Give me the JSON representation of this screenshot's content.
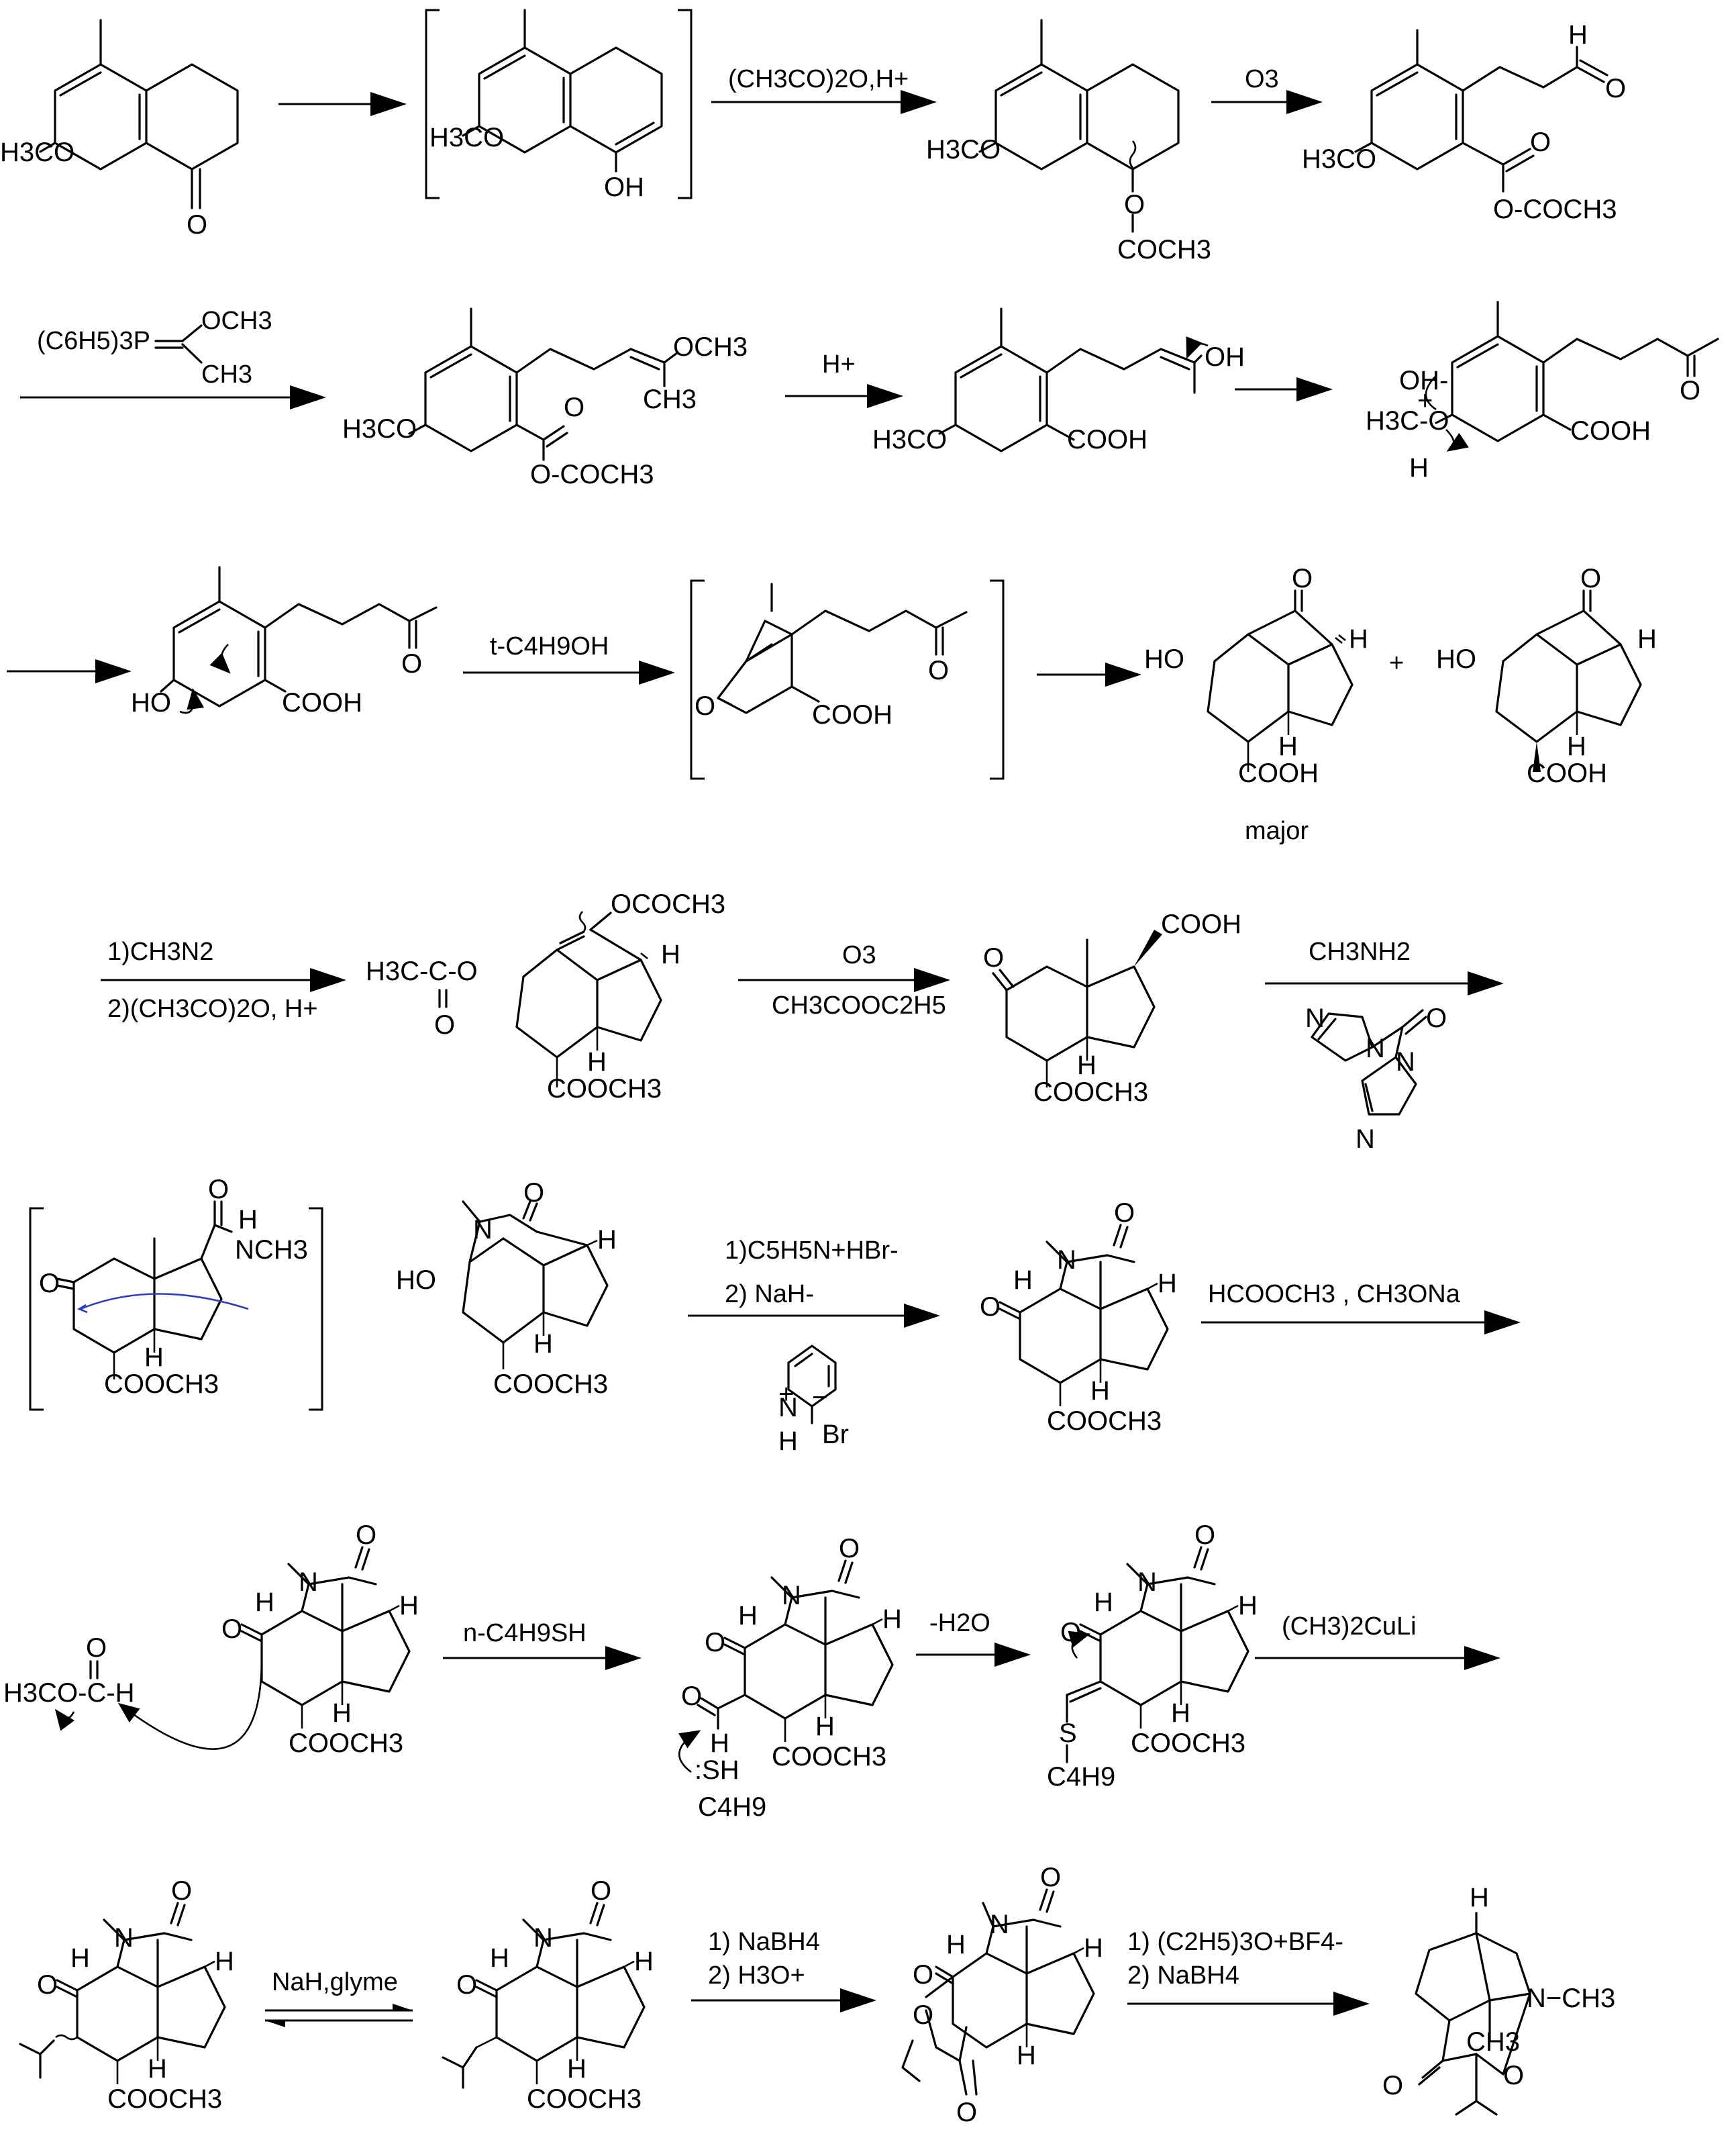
{
  "colors": {
    "ink": "#000000",
    "annotation_arc": "#2a3fbf",
    "background": "#ffffff"
  },
  "row1": {
    "s1_substituent": "H3CO",
    "s1_carbonyl": "O",
    "s2_substituent": "H3CO",
    "s2_hydroxyl": "OH",
    "reagent_1": "(CH3CO)2O,H+",
    "s3_substituent": "H3CO",
    "s3_ester_o": "O",
    "s3_acyl": "COCH3",
    "reagent_2": "O3",
    "s4_substituent": "H3CO",
    "s4_aldehyde_h": "H",
    "s4_aldehyde_o": "O",
    "s4_carbonyl_o": "O",
    "s4_anhydride": "O-COCH3"
  },
  "row2": {
    "reagent_wittig_1": "(C6H5)3P",
    "reagent_wittig_2": "OCH3",
    "reagent_wittig_3": "CH3",
    "s5_substituent": "H3CO",
    "s5_enol_ether": "OCH3",
    "s5_methyl": "CH3",
    "s5_carbonyl_o": "O",
    "s5_anhydride": "O-COCH3",
    "reagent_acid": "H+",
    "s6_substituent": "H3CO",
    "s6_acid": "COOH",
    "s6_enol": "OH",
    "s7_oh": "OH-",
    "s7_oxonium": "H3C-O",
    "s7_plus": "+",
    "s7_h": "H",
    "s7_acid": "COOH",
    "s7_ketone_o": "O"
  },
  "row3": {
    "s8_hydroxyl": "HO",
    "s8_acid": "COOH",
    "s8_ketone_o": "O",
    "reagent": "t-C4H9OH",
    "s9_enone_o": "O",
    "s9_acid": "COOH",
    "s9_ketone_o": "O",
    "p1_hydroxyl": "HO",
    "p1_ketone_o": "O",
    "p1_h_top": "H",
    "p1_h_bottom": "H",
    "p1_acid": "COOH",
    "plus": "+",
    "p2_hydroxyl": "HO",
    "p2_ketone_o": "O",
    "p2_h_top": "H",
    "p2_h_bottom": "H",
    "p2_acid": "COOH",
    "major_label": "major"
  },
  "row4": {
    "reagent_step1": "1)CH3N2",
    "reagent_step2": "2)(CH3CO)2O, H+",
    "s10_acetoxy": "H3C-C-O",
    "s10_acetoxy_o": "O",
    "s10_enol_acetate": "OCOCH3",
    "s10_h_top": "H",
    "s10_h_bottom": "H",
    "s10_ester": "COOCH3",
    "reagent_ozone": "O3",
    "reagent_solvent": "CH3COOC2H5",
    "s11_ketone_o": "O",
    "s11_acid": "COOH",
    "s11_h": "H",
    "s11_ester": "COOCH3",
    "reagent_amine": "CH3NH2",
    "cdi_n1": "N",
    "cdi_n2": "N",
    "cdi_n3": "N",
    "cdi_n4": "N",
    "cdi_o": "O"
  },
  "row5": {
    "s12_ketone_o": "O",
    "s12_amide_o": "O",
    "s12_nh": "H",
    "s12_nme": "NCH3",
    "s12_h": "H",
    "s12_ester": "COOCH3",
    "s13_hydroxyl": "HO",
    "s13_n": "N",
    "s13_lactam_o": "O",
    "s13_h_top": "H",
    "s13_h_bottom": "H",
    "s13_ester": "COOCH3",
    "reagent_step1": "1)C5H5N+HBr-",
    "reagent_step2": "2) NaH-",
    "pyridinium_n": "N",
    "pyridinium_plus": "+",
    "pyridinium_minus": "−",
    "pyridinium_h": "H",
    "pyridinium_br": "Br",
    "s14_n": "N",
    "s14_lactam_o": "O",
    "s14_h_n": "H",
    "s14_h_top": "H",
    "s14_ketone_o": "O",
    "s14_h_bottom": "H",
    "s14_ester": "COOCH3",
    "reagent_formylation": "HCOOCH3 , CH3ONa"
  },
  "row6": {
    "formate": "H3CO-C-H",
    "formate_o": "O",
    "s15_n": "N",
    "s15_lactam_o": "O",
    "s15_h_n": "H",
    "s15_h_top": "H",
    "s15_ketone_o": "O",
    "s15_h_bottom": "H",
    "s15_ester": "COOCH3",
    "reagent_thiol": "n-C4H9SH",
    "s16_n": "N",
    "s16_lactam_o": "O",
    "s16_h_n": "H",
    "s16_h_top": "H",
    "s16_ketone_o": "O",
    "s16_formyl_o": "O",
    "s16_formyl_h": "H",
    "s16_thiol": ":SH",
    "s16_butyl": "C4H9",
    "s16_h_bottom": "H",
    "s16_ester": "COOCH3",
    "reagent_dehydration": "-H2O",
    "s17_n": "N",
    "s17_lactam_o": "O",
    "s17_h_n": "H",
    "s17_h_top": "H",
    "s17_ketone_o": "O",
    "s17_s": "S",
    "s17_butyl": "C4H9",
    "s17_h_bottom": "H",
    "s17_ester": "COOCH3",
    "reagent_cuprate": "(CH3)2CuLi"
  },
  "row7": {
    "s18_n": "N",
    "s18_lactam_o": "O",
    "s18_h_n": "H",
    "s18_h_top": "H",
    "s18_ketone_o": "O",
    "s18_h_bottom": "H",
    "s18_ester": "COOCH3",
    "reagent_base": "NaH,glyme",
    "s19_n": "N",
    "s19_lactam_o": "O",
    "s19_h_n": "H",
    "s19_h_top": "H",
    "s19_ketone_o": "O",
    "s19_h_bottom": "H",
    "s19_ester": "COOCH3",
    "reagent_step1": "1) NaBH4",
    "reagent_step2": "2) H3O+",
    "s20_n": "N",
    "s20_lactam_o": "O",
    "s20_h_n": "H",
    "s20_h_top": "H",
    "s20_o1": "O",
    "s20_o2": "O",
    "s20_o3": "O",
    "s20_h_bottom": "H",
    "reagent_final1": "1) (C2H5)3O+BF4-",
    "reagent_final2": "2) NaBH4",
    "s21_h": "H",
    "s21_nme": "N−CH3",
    "s21_ch3": "CH3",
    "s21_o1": "O",
    "s21_o2": "O"
  }
}
